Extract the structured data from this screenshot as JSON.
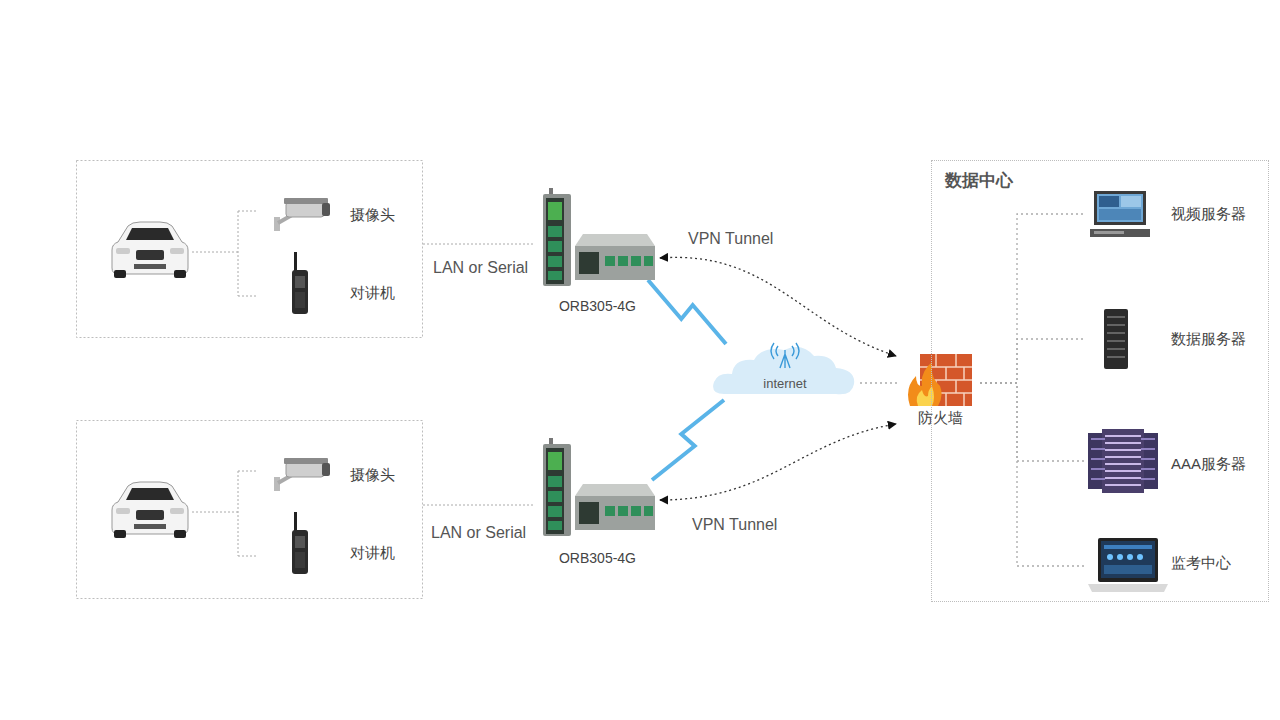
{
  "diagram": {
    "nodes": [
      {
        "text": [
          "摄像头"
        ]
      },
      {
        "text": [
          "对讲机"
        ]
      },
      {
        "text": [
          "ORB305-4G"
        ]
      },
      {
        "text": [
          "internet"
        ]
      },
      {
        "text": [
          "防火墙"
        ]
      },
      {
        "text": [
          "数据中心"
        ]
      },
      {
        "text": [
          "视频服务器"
        ],
        "in": 5
      },
      {
        "text": [
          "数据服务器"
        ],
        "in": 5
      },
      {
        "text": [
          "AAA服务器"
        ],
        "in": 5
      },
      {
        "text": [
          "监考中心"
        ],
        "in": 5
      },
      {
        "text": [
          "摄像头"
        ]
      },
      {
        "text": [
          "对讲机"
        ]
      },
      {
        "text": [
          "ORB305-4G"
        ]
      }
    ],
    "edges": [
      {
        "from": 2,
        "to": 3,
        "arrow": "none"
      },
      {
        "from": 2,
        "to": 4,
        "label": "VPN Tunnel",
        "arrow": "both"
      },
      {
        "from": 12,
        "to": 3,
        "arrow": "none"
      },
      {
        "from": 12,
        "to": 4,
        "label": "VPN Tunnel",
        "arrow": "both"
      },
      {
        "from": 3,
        "to": 4,
        "arrow": "none"
      },
      {
        "from": 4,
        "to": 6,
        "arrow": "none"
      },
      {
        "from": 4,
        "to": 7,
        "arrow": "none"
      },
      {
        "from": 4,
        "to": 8,
        "arrow": "none"
      },
      {
        "from": 4,
        "to": 9,
        "arrow": "none"
      }
    ],
    "labels": [
      "LAN or Serial",
      "LAN or Serial"
    ]
  }
}
